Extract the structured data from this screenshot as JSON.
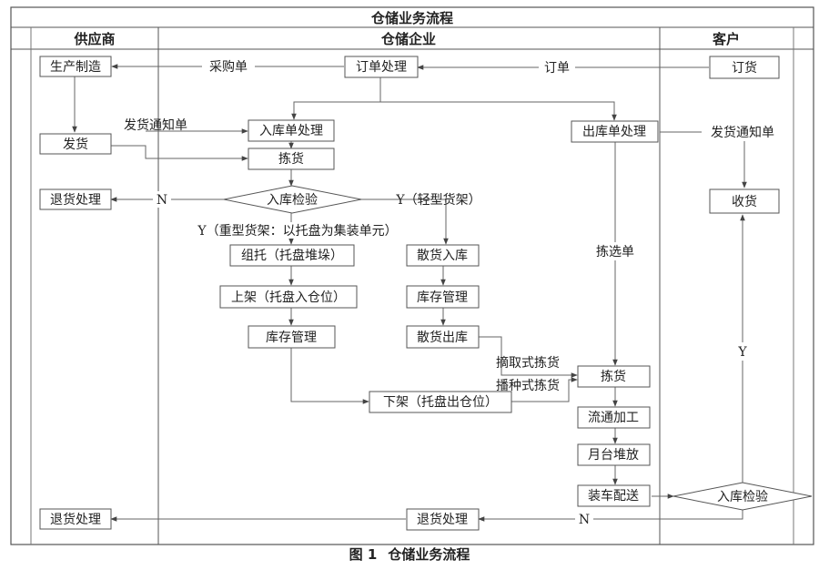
{
  "diagram": {
    "title": "仓储业务流程",
    "lanes": {
      "supplier": "供应商",
      "warehouse": "仓储企业",
      "customer": "客户"
    },
    "nodes": {
      "production": "生产制造",
      "ship": "发货",
      "return_top": "退货处理",
      "return_bottom": "退货处理",
      "order_process": "订单处理",
      "inbound_order": "入库单处理",
      "pick_goods": "拣货",
      "inbound_check": "入库检验",
      "palletize": "组托（托盘堆垛）",
      "shelve": "上架（托盘入仓位）",
      "inventory_left": "库存管理",
      "bulk_inbound": "散货入库",
      "inventory_right": "库存管理",
      "bulk_outbound": "散货出库",
      "unshelve": "下架（托盘出仓位）",
      "outbound_order": "出库单处理",
      "picking": "拣货",
      "processing": "流通加工",
      "staging": "月台堆放",
      "loading": "装车配送",
      "order_goods": "订货",
      "receive": "收货",
      "customer_check": "入库检验",
      "return_final": "退货处理"
    },
    "edges": {
      "purchase_order": "采购单",
      "order": "订单",
      "ship_notice_supplier": "发货通知单",
      "no_top": "N",
      "yes_light": "Y（轻型货架）",
      "yes_heavy": "Y（重型货架：以托盘为集装单元）",
      "pick_list": "拣选单",
      "ship_notice_customer": "发货通知单",
      "pick_mode_1": "摘取式拣货",
      "pick_mode_2": "播种式拣货",
      "yes_customer": "Y",
      "no_bottom": "N"
    }
  },
  "caption": {
    "figure": "图 1",
    "text": "仓储业务流程"
  }
}
